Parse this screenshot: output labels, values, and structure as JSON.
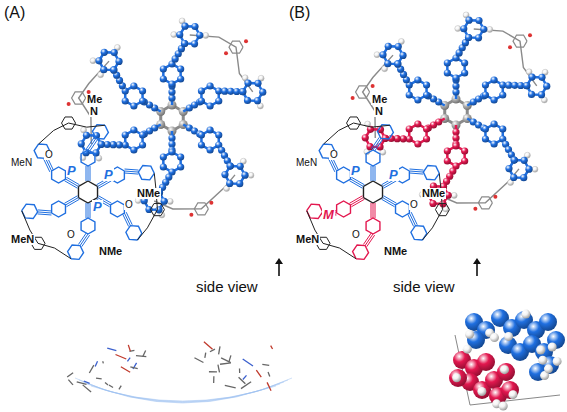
{
  "diagram": {
    "labels": [
      "(A)",
      "(B)",
      "side view",
      "side view",
      "Me",
      "N",
      "O",
      "MeN",
      "P",
      "P",
      "P",
      "O",
      "NMe",
      "MeN",
      "O",
      "NMe",
      "Me",
      "N",
      "O",
      "MeN",
      "P",
      "P",
      "M",
      "O",
      "NMe",
      "MeN",
      "O",
      "NMe"
    ]
  }
}
